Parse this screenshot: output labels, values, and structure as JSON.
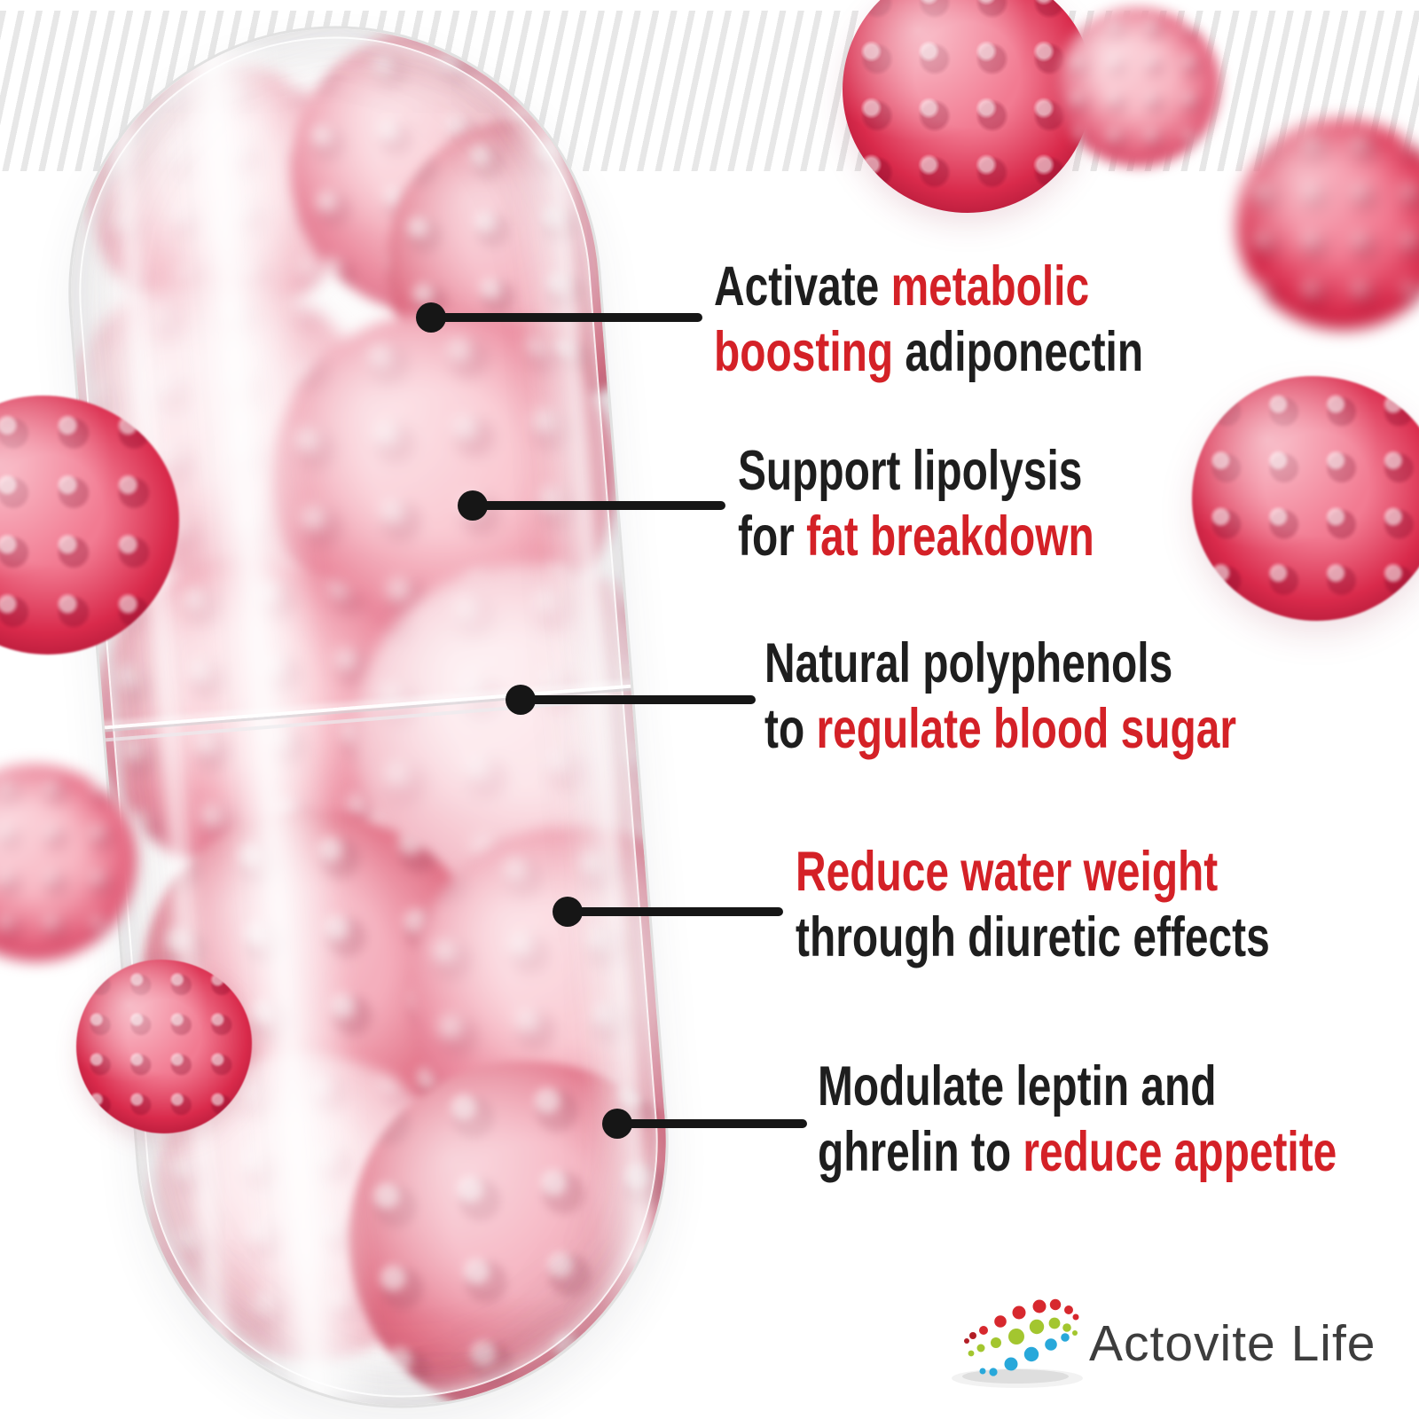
{
  "theme": {
    "accent": "#d42127",
    "ink": "#1e1e1e",
    "line": "#161616",
    "logoink": "#3d3d3d",
    "stripe": "#e7e7e7",
    "logo_red": "#d7282e",
    "logo_green": "#a3c62f",
    "logo_blue": "#28a8da"
  },
  "callouts": [
    {
      "lines": [
        {
          "segments": [
            {
              "text": "Activate ",
              "emphasis": false
            },
            {
              "text": "metabolic",
              "emphasis": true
            }
          ]
        },
        {
          "segments": [
            {
              "text": "boosting ",
              "emphasis": true
            },
            {
              "text": "adiponectin",
              "emphasis": false
            }
          ]
        }
      ]
    },
    {
      "lines": [
        {
          "segments": [
            {
              "text": "Support lipolysis",
              "emphasis": false
            }
          ]
        },
        {
          "segments": [
            {
              "text": "for ",
              "emphasis": false
            },
            {
              "text": "fat breakdown",
              "emphasis": true
            }
          ]
        }
      ]
    },
    {
      "lines": [
        {
          "segments": [
            {
              "text": "Natural polyphenols",
              "emphasis": false
            }
          ]
        },
        {
          "segments": [
            {
              "text": "to ",
              "emphasis": false
            },
            {
              "text": "regulate blood sugar",
              "emphasis": true
            }
          ]
        }
      ]
    },
    {
      "lines": [
        {
          "segments": [
            {
              "text": "Reduce water weight",
              "emphasis": true
            }
          ]
        },
        {
          "segments": [
            {
              "text": "through diuretic effects",
              "emphasis": false
            }
          ]
        }
      ]
    },
    {
      "lines": [
        {
          "segments": [
            {
              "text": "Modulate leptin and",
              "emphasis": false
            }
          ]
        },
        {
          "segments": [
            {
              "text": "ghrelin to ",
              "emphasis": false
            },
            {
              "text": "reduce appetite",
              "emphasis": true
            }
          ]
        }
      ]
    }
  ],
  "logo": {
    "brand_name": "Actovite Life"
  }
}
